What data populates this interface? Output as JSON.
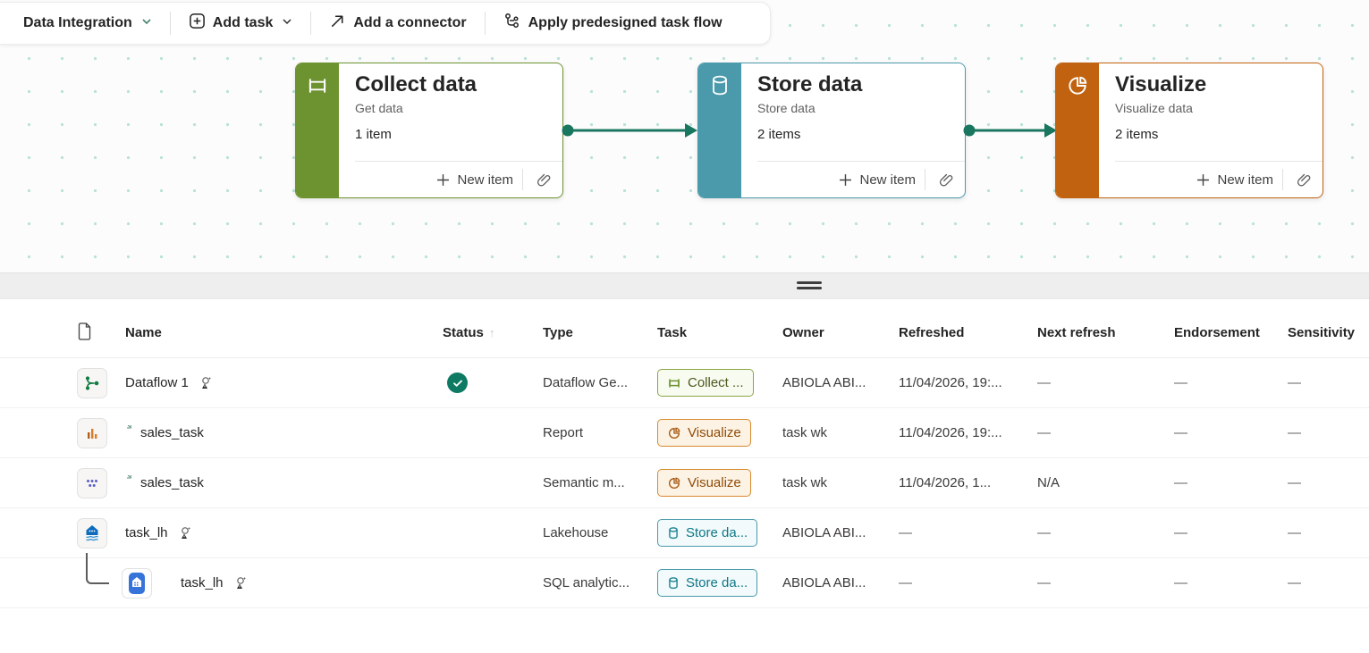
{
  "toolbar": {
    "workspace_label": "Data Integration",
    "add_task_label": "Add task",
    "add_connector_label": "Add a connector",
    "apply_flow_label": "Apply predesigned task flow"
  },
  "taskflow": {
    "connector_color": "#19765f",
    "cards": [
      {
        "title": "Collect data",
        "subtitle": "Get data",
        "count": "1 item",
        "new_item_label": "New item",
        "accent": "#6d9230",
        "icon": "pipeline-icon"
      },
      {
        "title": "Store data",
        "subtitle": "Store data",
        "count": "2 items",
        "new_item_label": "New item",
        "accent": "#4a9aab",
        "icon": "database-icon"
      },
      {
        "title": "Visualize",
        "subtitle": "Visualize data",
        "count": "2 items",
        "new_item_label": "New item",
        "accent": "#c0620f",
        "icon": "pie-chart-icon"
      }
    ]
  },
  "table": {
    "header": {
      "name": "Name",
      "status": "Status",
      "type": "Type",
      "task": "Task",
      "owner": "Owner",
      "refreshed": "Refreshed",
      "next_refresh": "Next refresh",
      "endorsement": "Endorsement",
      "sensitivity": "Sensitivity"
    },
    "rows": [
      {
        "name": "Dataflow 1",
        "status": "success",
        "type": "Dataflow Ge...",
        "task": "Collect ...",
        "owner": "ABIOLA ABI...",
        "refreshed": "11/04/2026, 19:...",
        "next_refresh": "—",
        "endorsement": "—",
        "sensitivity": "—",
        "icon": "dataflow-gen2-icon"
      },
      {
        "name": "sales_task",
        "status": "",
        "type": "Report",
        "task": "Visualize",
        "owner": "task wk",
        "refreshed": "11/04/2026, 19:...",
        "next_refresh": "—",
        "endorsement": "—",
        "sensitivity": "—",
        "icon": "report-icon"
      },
      {
        "name": "sales_task",
        "status": "",
        "type": "Semantic m...",
        "task": "Visualize",
        "owner": "task wk",
        "refreshed": "11/04/2026, 1...",
        "next_refresh": "N/A",
        "endorsement": "—",
        "sensitivity": "—",
        "icon": "semantic-model-icon"
      },
      {
        "name": "task_lh",
        "status": "",
        "type": "Lakehouse",
        "task": "Store da...",
        "owner": "ABIOLA ABI...",
        "refreshed": "—",
        "next_refresh": "—",
        "endorsement": "—",
        "sensitivity": "—",
        "icon": "lakehouse-icon"
      },
      {
        "name": "task_lh",
        "status": "",
        "type": "SQL analytic...",
        "task": "Store da...",
        "owner": "ABIOLA ABI...",
        "refreshed": "—",
        "next_refresh": "—",
        "endorsement": "—",
        "sensitivity": "—",
        "icon": "sql-endpoint-icon"
      }
    ]
  }
}
